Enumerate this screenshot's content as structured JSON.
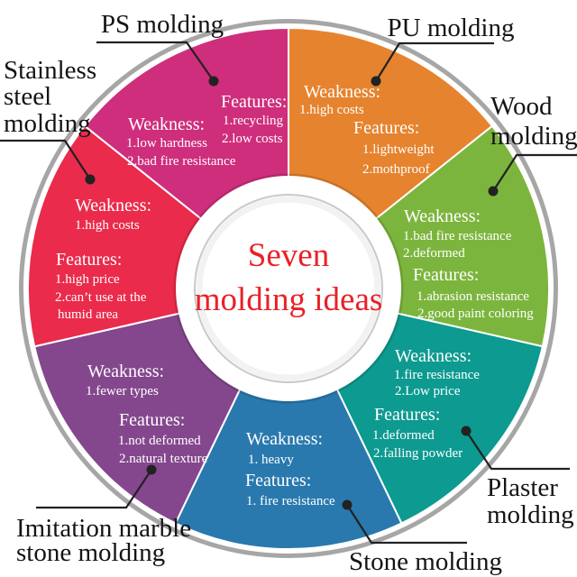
{
  "center": {
    "line1": "Seven",
    "line2": "molding ideas",
    "color": "#e92127"
  },
  "segments": [
    {
      "id": "pu",
      "label_lines": [
        "PU molding"
      ],
      "color": "#e6832e",
      "weakness": {
        "title": "Weakness:",
        "items": [
          "1.high costs"
        ]
      },
      "features": {
        "title": "Features:",
        "items": [
          "1.lightweight",
          "2.mothproof"
        ]
      }
    },
    {
      "id": "wood",
      "label_lines": [
        "Wood",
        "molding"
      ],
      "color": "#7cb53d",
      "weakness": {
        "title": "Weakness:",
        "items": [
          "1.bad fire resistance",
          "2.deformed"
        ]
      },
      "features": {
        "title": "Features:",
        "items": [
          "1.abrasion resistance",
          "2.good paint coloring"
        ]
      }
    },
    {
      "id": "plaster",
      "label_lines": [
        "Plaster",
        "molding"
      ],
      "color": "#0d9a90",
      "weakness": {
        "title": "Weakness:",
        "items": [
          "1.fire resistance",
          "2.Low price"
        ]
      },
      "features": {
        "title": "Features:",
        "items": [
          "1.deformed",
          "2.falling powder"
        ]
      }
    },
    {
      "id": "stone",
      "label_lines": [
        "Stone molding"
      ],
      "color": "#2979ae",
      "weakness": {
        "title": "Weakness:",
        "items": [
          "1. heavy"
        ]
      },
      "features": {
        "title": "Features:",
        "items": [
          "1. fire resistance"
        ]
      }
    },
    {
      "id": "marble",
      "label_lines": [
        "Imitation marble",
        "stone molding"
      ],
      "color": "#84478d",
      "weakness": {
        "title": "Weakness:",
        "items": [
          "1.fewer types"
        ]
      },
      "features": {
        "title": "Features:",
        "items": [
          "1.not deformed",
          "2.natural texture"
        ]
      }
    },
    {
      "id": "stainless",
      "label_lines": [
        "Stainless",
        "steel",
        "molding"
      ],
      "color": "#ea2b4b",
      "weakness": {
        "title": "Weakness:",
        "items": [
          "1.high costs"
        ]
      },
      "features": {
        "title": "Features:",
        "items": [
          "1.high price",
          "2.can’t use at the",
          "humid area"
        ]
      }
    },
    {
      "id": "ps",
      "label_lines": [
        "PS molding"
      ],
      "color": "#cf2e7c",
      "weakness": {
        "title": "Weakness:",
        "items": [
          "1.low hardness",
          "2.bad fire resistance"
        ]
      },
      "features": {
        "title": "Features:",
        "items": [
          "1.recycling",
          "2.low costs"
        ]
      }
    }
  ]
}
